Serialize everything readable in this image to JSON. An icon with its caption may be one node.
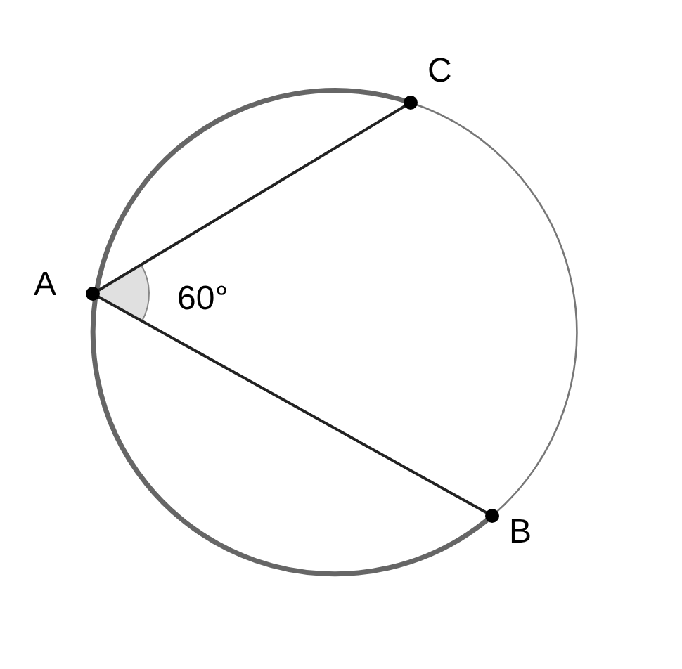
{
  "diagram": {
    "nodes": [
      {
        "text": [
          "C"
        ]
      },
      {
        "text": [
          "A"
        ]
      },
      {
        "text": [
          "B"
        ]
      }
    ],
    "edges": [
      {
        "from": 1,
        "to": 0,
        "arrow": "none"
      },
      {
        "from": 1,
        "to": 2,
        "arrow": "none"
      }
    ],
    "labels": [
      "60°"
    ]
  }
}
